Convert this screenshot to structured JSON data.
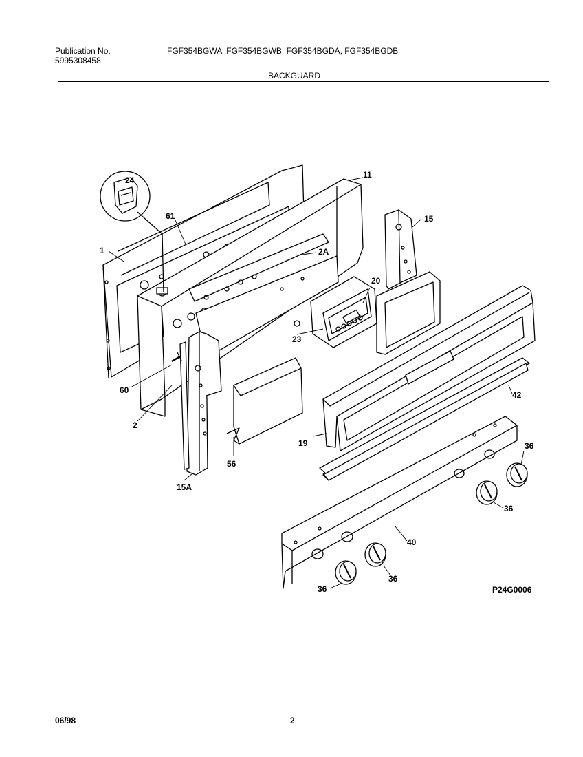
{
  "header": {
    "publication_label": "Publication No.",
    "publication_number": "5995308458",
    "models": "FGF354BGWA ,FGF354BGWB, FGF354BGDA, FGF354BGDB",
    "section_title": "BACKGUARD"
  },
  "diagram": {
    "code": "P24G0006",
    "callouts": [
      "24",
      "61",
      "1",
      "11",
      "2A",
      "15",
      "20",
      "23",
      "60",
      "2",
      "42",
      "19",
      "56",
      "15A",
      "36",
      "36",
      "40",
      "36",
      "36"
    ]
  },
  "footer": {
    "date": "06/98",
    "page_number": "2"
  }
}
